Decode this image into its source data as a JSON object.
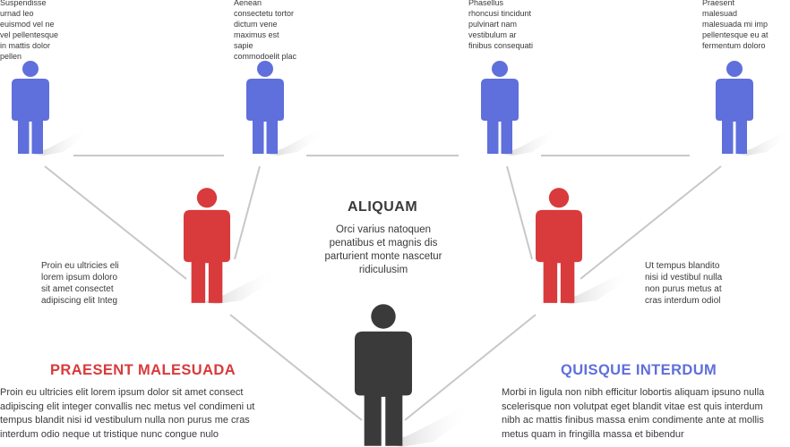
{
  "colors": {
    "blue": "#5f6fdc",
    "red": "#d93a3c",
    "dark": "#3a3a3a",
    "line": "#c8c8c8",
    "shadow": "#d6d6d6"
  },
  "top_people": [
    {
      "text": "Suspendisse urnad leo euismod vel ne vel pellentesque in mattis dolor pellen"
    },
    {
      "text": "Aenean consectetu tortor dictum vene maximus est sapie commodoelit  plac"
    },
    {
      "text": "Phasellus rhoncusi tincidunt pulvinart nam vestibulum ar finibus consequati"
    },
    {
      "text": "Praesent malesuad malesuada mi  imp pellentesque eu at fermentum doloro"
    }
  ],
  "middle_left": {
    "text": "Proin eu ultricies eli lorem ipsum doloro sit amet consectet adipiscing elit Integ"
  },
  "middle_right": {
    "text": "Ut tempus blandito nisi id vestibul nulla non purus metus at cras interdum odiol"
  },
  "center": {
    "title": "ALIQUAM",
    "body": "Orci varius natoquen penatibus et magnis dis parturient monte nascetur ridiculusim"
  },
  "left_section": {
    "title": "PRAESENT MALESUADA",
    "body": "Proin eu ultricies elit lorem ipsum dolor sit amet consect adipiscing elit integer convallis nec metus vel condimeni ut tempus blandit nisi id vestibulum nulla non purus me cras interdum odio neque ut tristique nunc congue  nulo"
  },
  "right_section": {
    "title": "QUISQUE INTERDUM",
    "body": "Morbi in ligula non nibh efficitur lobortis aliquam ipsuno nulla scelerisque non volutpat eget blandit vitae est quis interdum nibh ac mattis finibus massa enim condimente ante at mollis metus quam in fringilla massa et bibendur"
  }
}
